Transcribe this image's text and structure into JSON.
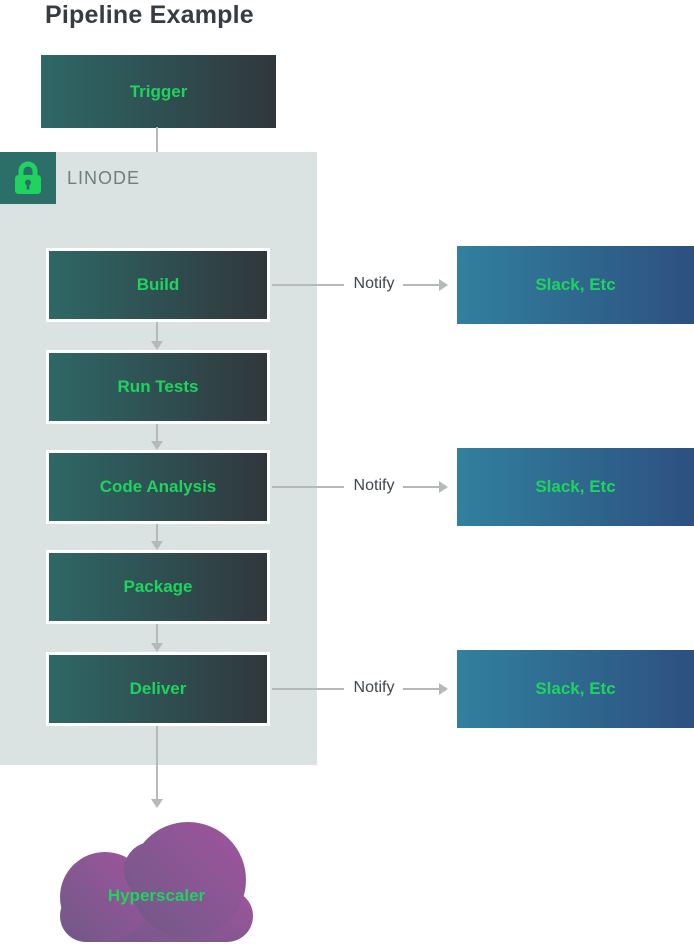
{
  "title": "Pipeline Example",
  "colors": {
    "green": "#1fd35f",
    "box_g1": "#2e6866",
    "box_g2": "#30373d",
    "slack_g1": "#31809e",
    "slack_g2": "#2d5080",
    "cloud_g1": "#6f5987",
    "cloud_g2": "#a1549e",
    "container_bg": "#dbe2e2",
    "badge_bg": "#2c6f69",
    "arrow": "#b5b9b9",
    "title_text": "#363c42",
    "linode_text": "#6f7e7e",
    "notify_text": "#40474c"
  },
  "trigger": {
    "label": "Trigger"
  },
  "linode": {
    "label": "LINODE",
    "icon": "lock-icon"
  },
  "pipeline": {
    "steps": [
      {
        "label": "Build",
        "notify": true
      },
      {
        "label": "Run Tests",
        "notify": false
      },
      {
        "label": "Code Analysis",
        "notify": true
      },
      {
        "label": "Package",
        "notify": false
      },
      {
        "label": "Deliver",
        "notify": true
      }
    ]
  },
  "notify": {
    "label": "Notify",
    "target_label": "Slack, Etc"
  },
  "cloud": {
    "label": "Hyperscaler"
  }
}
